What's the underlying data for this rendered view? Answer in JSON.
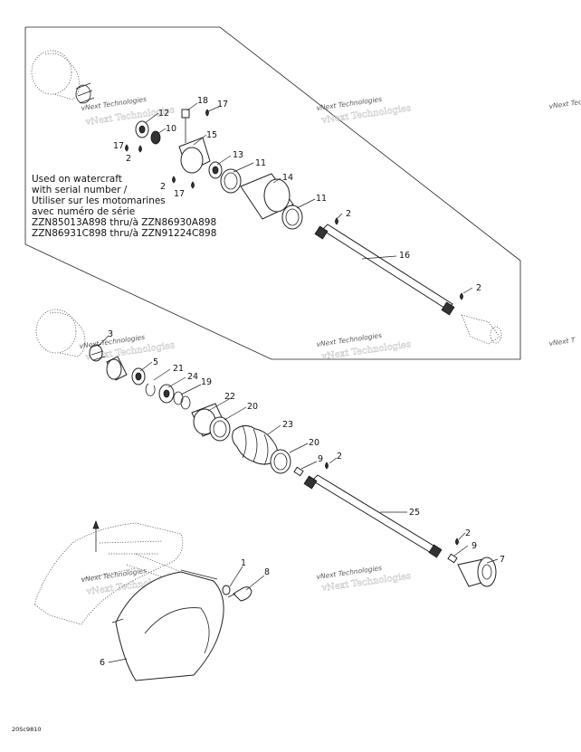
{
  "note": {
    "lines": [
      "Used on watercraft",
      "with serial number /",
      "Utiliser sur les motomarines",
      "avec numéro de série",
      "ZZN85013A898 thru/à ZZN86930A898",
      "ZZN86931C898 thru/à ZZN91224C898"
    ]
  },
  "watermarks": [
    "vNext Technologies",
    "vNext Technologies",
    "vNext Technologies",
    "vNext Technologies",
    "vNext Technologies",
    "vNext Technologies",
    "vNext Technologies",
    "vNext T"
  ],
  "callouts": {
    "c18": "18",
    "c17a": "17",
    "c12": "12",
    "c10": "10",
    "c17b": "17",
    "c2a": "2",
    "c15": "15",
    "c13": "13",
    "c11a": "11",
    "c2b": "2",
    "c17c": "17",
    "c14": "14",
    "c11b": "11",
    "c2c": "2",
    "c16": "16",
    "c2d": "2",
    "c3": "3",
    "c5": "5",
    "c21": "21",
    "c24": "24",
    "c19": "19",
    "c22": "22",
    "c20a": "20",
    "c23": "23",
    "c20b": "20",
    "c9a": "9",
    "c2e": "2",
    "c25": "25",
    "c2f": "2",
    "c9b": "9",
    "c7": "7",
    "c1": "1",
    "c8": "8",
    "c6": "6"
  },
  "figure_code": "20Sc9810"
}
